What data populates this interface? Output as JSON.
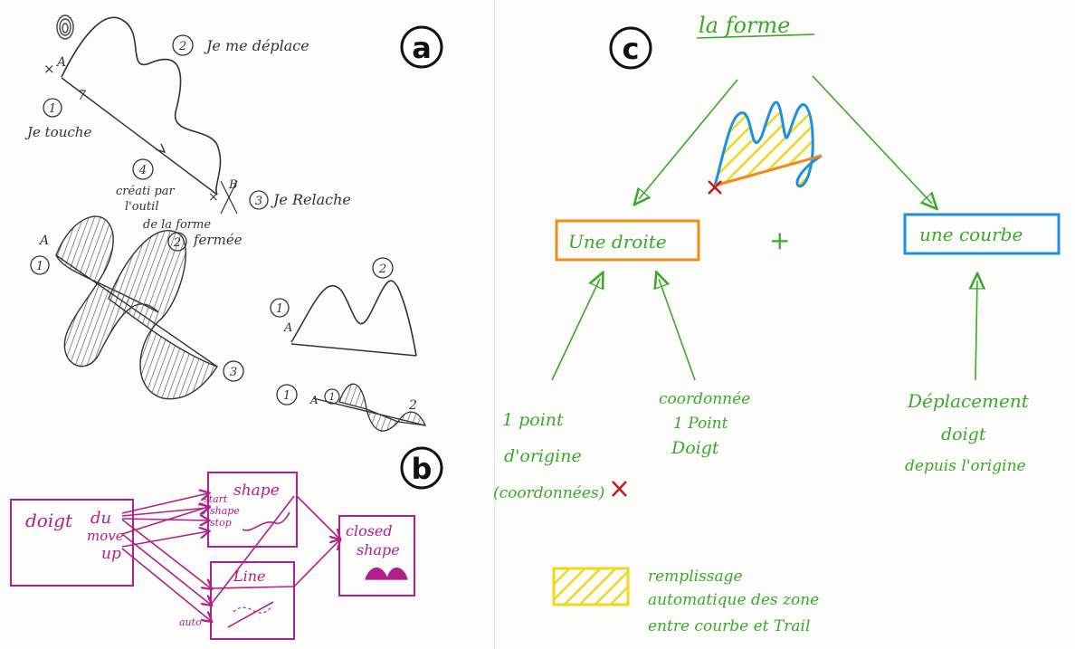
{
  "panel_a": {
    "letter": "a",
    "sketch1": {
      "point_a": "A",
      "point_b": "B",
      "step1_num": "1",
      "step1_text": "Je touche",
      "step2_num": "2",
      "step2_text": "Je me déplace",
      "step3_num": "3",
      "step3_text": "Je Relache",
      "step4_num": "4",
      "step4_lines": [
        "créati par",
        "l'outil",
        "de la forme"
      ],
      "step2b_text": "fermée",
      "small_step2": "2"
    },
    "sketch2": {
      "point_a": "A",
      "step1": "1",
      "step3": "3"
    },
    "sketch3": {
      "step1": "1",
      "point_a": "A",
      "step2": "2"
    },
    "sketch4": {
      "step1": "1",
      "point_a": "A",
      "inner": "1",
      "step2": "2"
    }
  },
  "panel_b": {
    "letter": "b",
    "box_input": [
      "doigt",
      "du",
      "move",
      "up"
    ],
    "box_shape_title": "shape",
    "box_shape_items": [
      "start",
      "shape",
      "stop"
    ],
    "box_line_title": "Line",
    "box_line_side": "auto",
    "box_closed_lines": [
      "closed",
      "shape"
    ]
  },
  "panel_c": {
    "letter": "c",
    "title": "la forme",
    "box_left": "Une droite",
    "plus": "+",
    "box_right": "une courbe",
    "leaf1": [
      "1 point",
      "d'origine",
      "(coordonnées)"
    ],
    "leaf2": [
      "coordonnée",
      "1 Point",
      "Doigt"
    ],
    "leaf3": [
      "Déplacement",
      "doigt",
      "depuis l'origine"
    ],
    "legend": [
      "remplissage",
      "automatique des zone",
      "entre courbe et Trail"
    ]
  },
  "colors": {
    "pencil": "#3a3a3a",
    "magenta": "#b0208a",
    "green": "#3aa82a",
    "orange": "#f08a18",
    "blue": "#1f8fe0",
    "yellow": "#f0d820",
    "red": "#c81818"
  }
}
